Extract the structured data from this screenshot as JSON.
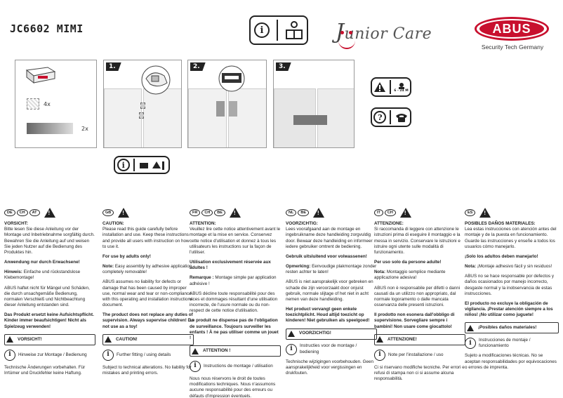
{
  "header": {
    "model": "JC6602 MIMI",
    "brand_word": "unior Care",
    "brand_j": "J",
    "abus_logo": "ABUS",
    "abus_tagline": "Security Tech Germany"
  },
  "icons": {
    "info": "info-icon",
    "manual": "manual-icon",
    "phone": "phone-icon",
    "warning": "warning-icon"
  },
  "steps": {
    "s1": "1.",
    "s2": "2.",
    "s3": "3."
  },
  "parts": {
    "q1": "4x",
    "q2": "2x"
  },
  "side_badge": "6 - 24 M",
  "columns": [
    {
      "flags": [
        "DE",
        "CH",
        "AT"
      ],
      "p1_label": "VORSICHT:",
      "p1": "Bitte lesen Sie diese Anleitung vor der Montage und Inbetriebnahme sorgfältig durch. Bewahren Sie die Anleitung auf und weisen Sie jeden Nutzer auf die Bedienung des Produktes hin.",
      "p2": "Anwendung nur durch Erwachsene!",
      "p3_label": "Hinweis:",
      "p3": " Einfache und rückstandslose Klebemontage!",
      "p4": "ABUS haftet nicht für Mängel und Schäden, die durch unsachgemäße Bedienung, normalen Verschleiß und Nichtbeachtung dieser Anleitung entstanden sind.",
      "p5": "Das Produkt ersetzt keine Aufsichtspflicht. Kinder immer beaufsichtigen! Nicht als Spielzeug verwenden!",
      "warn": "VORSICHT!",
      "info": "Hinweise zur Montage / Bedienung",
      "foot": "Technische Änderungen vorbehalten. Für Irrtümer und Druckfehler keine Haftung."
    },
    {
      "flags": [
        "GB"
      ],
      "p1_label": "CAUTION:",
      "p1": "Please read this guide carefully before installation and use. Keep these instructions and provide all users with instruction on how to use it.",
      "p2": "For use by adults only!",
      "p3_label": "Note:",
      "p3": " Easy assembly by adhesive application, completely removable!",
      "p4": "ABUS assumes no liability for defects or damage that has been caused by improper use, normal wear and tear or non-compliance with this operating and installation instructions document.",
      "p5": "The product does not replace any duties of supervision. Always supervise children! Do not use as a toy!",
      "warn": "CAUTION!",
      "info": "Further fitting / using details",
      "foot": "Subject to technical alterations. No liability for mistakes and printing errors."
    },
    {
      "flags": [
        "FR",
        "CH",
        "BE"
      ],
      "p1_label": "ATTENTION:",
      "p1": "Veuillez lire cette notice attentivement avant le montage et la mise en service. Conservez cette notice d'utilisation et donnez à tous les utilisateurs les instructions sur la façon de l'utiliser.",
      "p2": "Utilisation exclusivement réservée aux adultes !",
      "p3_label": "Remarque :",
      "p3": " Montage simple par application adhésive !",
      "p4": "ABUS décline toute responsabilité pour des vices et dommages résultant d'une utilisation incorrecte, de l'usure normale ou du non-respect de cette notice d'utilisation.",
      "p5": "Le produit ne dispense pas de l'obligation de surveillance. Toujours surveiller les enfants ! À ne pas utiliser comme un jouet !",
      "warn": "ATTENTION !",
      "info": "Instructions de montage / utilisation",
      "foot": "Nous nous réservons le droit de toutes modifications techniques. Nous n'assumons aucune responsabilité pour des erreurs ou défauts d'impression éventuels."
    },
    {
      "flags": [
        "NL",
        "BE"
      ],
      "p1_label": "VOORZICHTIG:",
      "p1": "Lees voorafgaand aan de montage en ingebruikname deze handleiding zorgvuldig door. Bewaar deze handleiding en informeer iedere gebruiker omtrent de bediening.",
      "p2": "Gebruik uitsluitend voor volwassenen!",
      "p3_label": "Opmerking:",
      "p3": " Eenvoudige plakmontage zonder resten achter te laten!",
      "p4": "ABUS is niet aansprakelijk voor gebreken en schade die zijn veroorzaakt door onjuist gebruik, normale slijtage of het niet in acht nemen van deze handleiding.",
      "p5": "Het product vervangt geen enkele toezichtplicht. Houd altijd toezicht op kinderen! Niet gebruiken als speelgoed!",
      "warn": "VOORZICHTIG!",
      "info": "Instructies voor de montage / bediening",
      "foot": "Technische wijzigingen voorbehouden. Geen aansprakelijkheid voor vergissingen en drukfouten."
    },
    {
      "flags": [
        "IT",
        "CH"
      ],
      "p1_label": "ATTENZIONE:",
      "p1": "Si raccomanda di leggere con attenzione le istruzioni prima di eseguire il montaggio e la messa in servizio. Conservare le istruzioni e istruire ogni utente sulle modalità di funzionamento.",
      "p2": "Per uso solo da persone adulte!",
      "p3_label": "Nota:",
      "p3": " Montaggio semplice mediante applicazione adesiva!",
      "p4": "ABUS non è responsabile per difetti o danni causati da un utilizzo non appropriato, dal normale logoramento o dalle mancata osservanza delle presenti istruzioni.",
      "p5": "Il prodotto non esonera dall'obbligo di supervisione. Sorvegliare sempre i bambini! Non usare come giocattolo!",
      "warn": "ATTENZIONE!",
      "info": "Note per l'installazione / uso",
      "foot": "Ci si riservano modifiche tecniche. Per errori e refusi di stampa non ci si assume alcuna responsabilità."
    },
    {
      "flags": [
        "ES"
      ],
      "p1_label": "POSIBLES DAÑOS MATERIALES:",
      "p1": "Lea estas instrucciones con atención antes del montaje y de la puesta en funcionamiento. Guarde las instrucciones y enseñe a todos los usuarios cómo manejarlo.",
      "p2": "¡Solo los adultos deben manejarlo!",
      "p3_label": "Nota:",
      "p3": " ¡Montaje adhesivo fácil y sin residuos!",
      "p4": "ABUS no se hace responsable por defectos y daños ocasionados por manejo incorrecto, desgaste normal y la inobservancia de estas instrucciones.",
      "p5": "El producto no excluye la obligación de vigilancia. ¡Prestar atención siempre a los niños! ¡No utilizar como juguete!",
      "warn": "¡Posibles daños materiales!",
      "info": "Instrucciones de montaje / funcionamiento",
      "foot": "Sujeto a modificaciones técnicas. No se aceptan responsabilidades por equivocaciones o errores de imprenta."
    }
  ]
}
